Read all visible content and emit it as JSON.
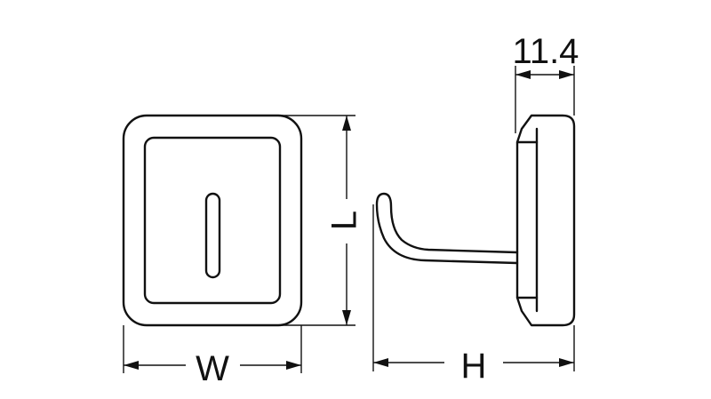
{
  "labels": {
    "width": "W",
    "length": "L",
    "height": "H",
    "thickness": "11.4"
  },
  "colors": {
    "line": "#111111",
    "background": "#ffffff"
  }
}
